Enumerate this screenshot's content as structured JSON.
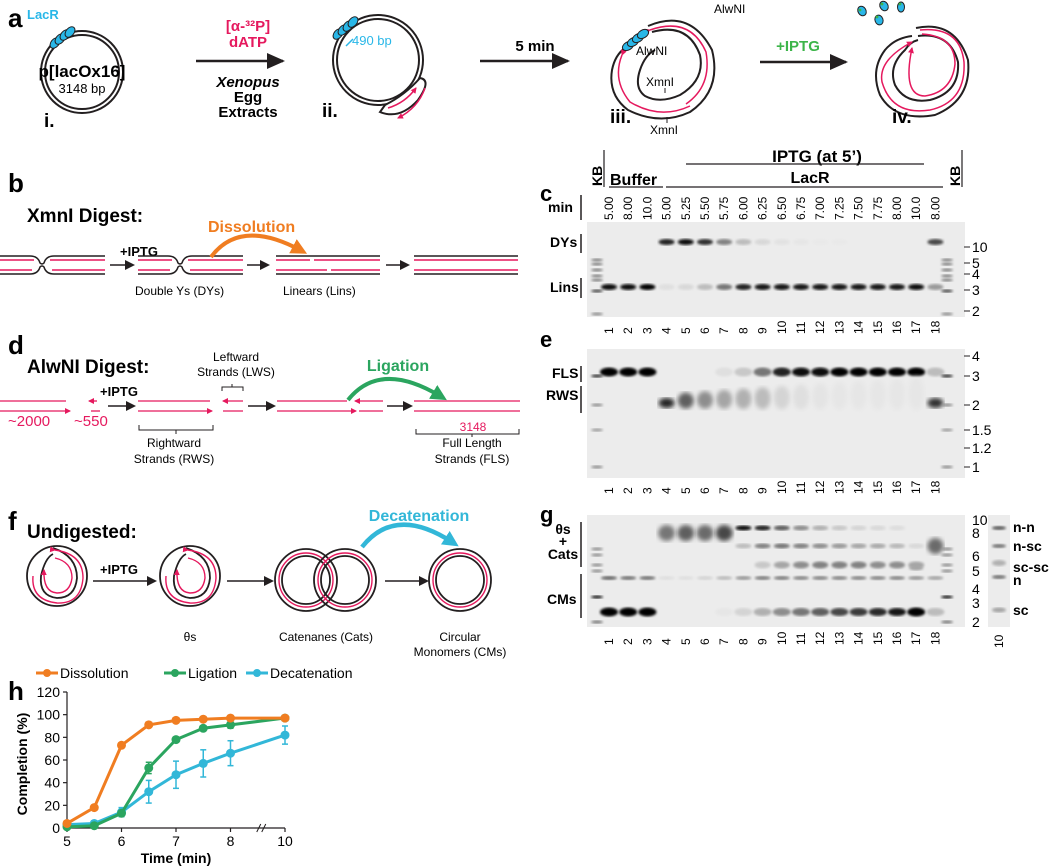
{
  "colors": {
    "dissolution": "#f07d21",
    "ligation": "#2ba55f",
    "decatenation": "#32b7d8",
    "label_magenta": "#e5195e",
    "lacr_blue": "#29b7e8",
    "iptg_green": "#3db54a",
    "strand_pink": "#e5195e",
    "gel_bg": "#ececec"
  },
  "panel_a": {
    "letter": "a",
    "lacr_label": "LacR",
    "plasmid_name": "p[lacOx16]",
    "plasmid_size": "3148 bp",
    "step_i": "i.",
    "step_ii": "ii.",
    "step_iii": "iii.",
    "step_iv": "iv.",
    "label_isotope_line1": "[α-³²P]",
    "label_isotope_line2": "dATP",
    "extract_line1": "Xenopus",
    "extract_line2": "Egg",
    "extract_line3": "Extracts",
    "distance_label": "490 bp",
    "time_label": "5 min",
    "iptg_label": "+IPTG",
    "site_alwni": "AlwNI",
    "site_xmni": "XmnI"
  },
  "panel_b": {
    "letter": "b",
    "title": "XmnI Digest:",
    "iptg": "+IPTG",
    "process": "Dissolution",
    "stage1": "Double Ys (DYs)",
    "stage2": "Linears (Lins)"
  },
  "panel_d": {
    "letter": "d",
    "title": "AlwNI Digest:",
    "iptg": "+IPTG",
    "process": "Ligation",
    "len1": "~2000",
    "len2": "~550",
    "len_full": "3148",
    "lws_line1": "Leftward",
    "lws_line2": "Strands (LWS)",
    "rws_line1": "Rightward",
    "rws_line2": "Strands (RWS)",
    "fls_line1": "Full Length",
    "fls_line2": "Strands (FLS)"
  },
  "panel_f": {
    "letter": "f",
    "title": "Undigested:",
    "iptg": "+IPTG",
    "process": "Decatenation",
    "stage1": "θs",
    "stage2": "Catenanes (Cats)",
    "stage3_line1": "Circular",
    "stage3_line2": "Monomers (CMs)"
  },
  "gels": {
    "header": {
      "iptg_label": "IPTG (at 5’)",
      "buffer_label": "Buffer",
      "lacr_label": "LacR",
      "kb_label": "KB",
      "min_label": "min",
      "times": [
        "5.00",
        "8.00",
        "10.0",
        "5.00",
        "5.25",
        "5.50",
        "5.75",
        "6.00",
        "6.25",
        "6.50",
        "6.75",
        "7.00",
        "7.25",
        "7.50",
        "7.75",
        "8.00",
        "10.0",
        "8.00"
      ]
    },
    "lanes": [
      "1",
      "2",
      "3",
      "4",
      "5",
      "6",
      "7",
      "8",
      "9",
      "10",
      "11",
      "12",
      "13",
      "14",
      "15",
      "16",
      "17",
      "18"
    ],
    "gel_c": {
      "letter": "c",
      "species": [
        "DYs",
        "Lins"
      ],
      "markers": [
        "10",
        "5",
        "4",
        "3",
        "2"
      ],
      "dys_intensity": [
        0,
        0,
        0,
        0.85,
        0.95,
        0.8,
        0.45,
        0.2,
        0.08,
        0.04,
        0.02,
        0.01,
        0.01,
        0,
        0,
        0,
        0,
        0.7
      ],
      "lins_intensity": [
        0.95,
        0.95,
        1,
        0.05,
        0.08,
        0.2,
        0.5,
        0.85,
        0.9,
        0.92,
        0.92,
        0.9,
        0.92,
        0.92,
        0.92,
        0.92,
        0.95,
        0.35
      ]
    },
    "gel_e": {
      "letter": "e",
      "species": [
        "FLS",
        "RWS"
      ],
      "markers": [
        "4",
        "3",
        "2",
        "1.5",
        "1.2",
        "1"
      ],
      "fls_intensity": [
        1,
        1,
        1,
        0,
        0,
        0,
        0.05,
        0.15,
        0.5,
        0.85,
        0.95,
        0.97,
        0.98,
        0.98,
        0.98,
        0.98,
        0.98,
        0.2
      ],
      "rws_intensity": [
        0,
        0,
        0,
        0.85,
        0.6,
        0.4,
        0.3,
        0.25,
        0.2,
        0.1,
        0.05,
        0.03,
        0.02,
        0.02,
        0.02,
        0.02,
        0.02,
        0.8
      ]
    },
    "gel_g": {
      "letter": "g",
      "species_line1": "θs",
      "species_line2": "+",
      "species_line3": "Cats",
      "species_cms": "CMs",
      "markers": [
        "10",
        "8",
        "6",
        "5",
        "4",
        "3",
        "2"
      ],
      "side_lane": "10",
      "side_labels": [
        "n-n",
        "n-sc",
        "sc-sc",
        "n",
        "sc"
      ]
    }
  },
  "chart_data": {
    "type": "line",
    "panel_letter": "h",
    "title": "",
    "xlabel": "Time (min)",
    "ylabel": "Completion (%)",
    "x": [
      5,
      5.5,
      6,
      6.5,
      7,
      7.5,
      8,
      10
    ],
    "x_ticks": [
      "5",
      "6",
      "7",
      "8",
      "10"
    ],
    "x_tick_values": [
      5,
      6,
      7,
      8,
      10
    ],
    "x_axis_break": "between 8 and 10",
    "y_ticks": [
      "0",
      "20",
      "40",
      "60",
      "80",
      "100",
      "120"
    ],
    "ylim": [
      0,
      120
    ],
    "grid": false,
    "legend_position": "top",
    "series": [
      {
        "name": "Dissolution",
        "color": "#f07d21",
        "values": [
          4,
          18,
          73,
          91,
          95,
          96,
          97,
          97
        ],
        "errors": [
          0,
          0,
          0,
          0,
          0,
          0,
          0,
          0
        ]
      },
      {
        "name": "Ligation",
        "color": "#2ba55f",
        "values": [
          1,
          2,
          13,
          53,
          78,
          88,
          91,
          97
        ],
        "errors": [
          0,
          0,
          0,
          5,
          0,
          0,
          3,
          2
        ]
      },
      {
        "name": "Decatenation",
        "color": "#32b7d8",
        "values": [
          3,
          4,
          14,
          32,
          47,
          57,
          66,
          82
        ],
        "errors": [
          0,
          0,
          4,
          10,
          12,
          12,
          11,
          8
        ]
      }
    ]
  }
}
